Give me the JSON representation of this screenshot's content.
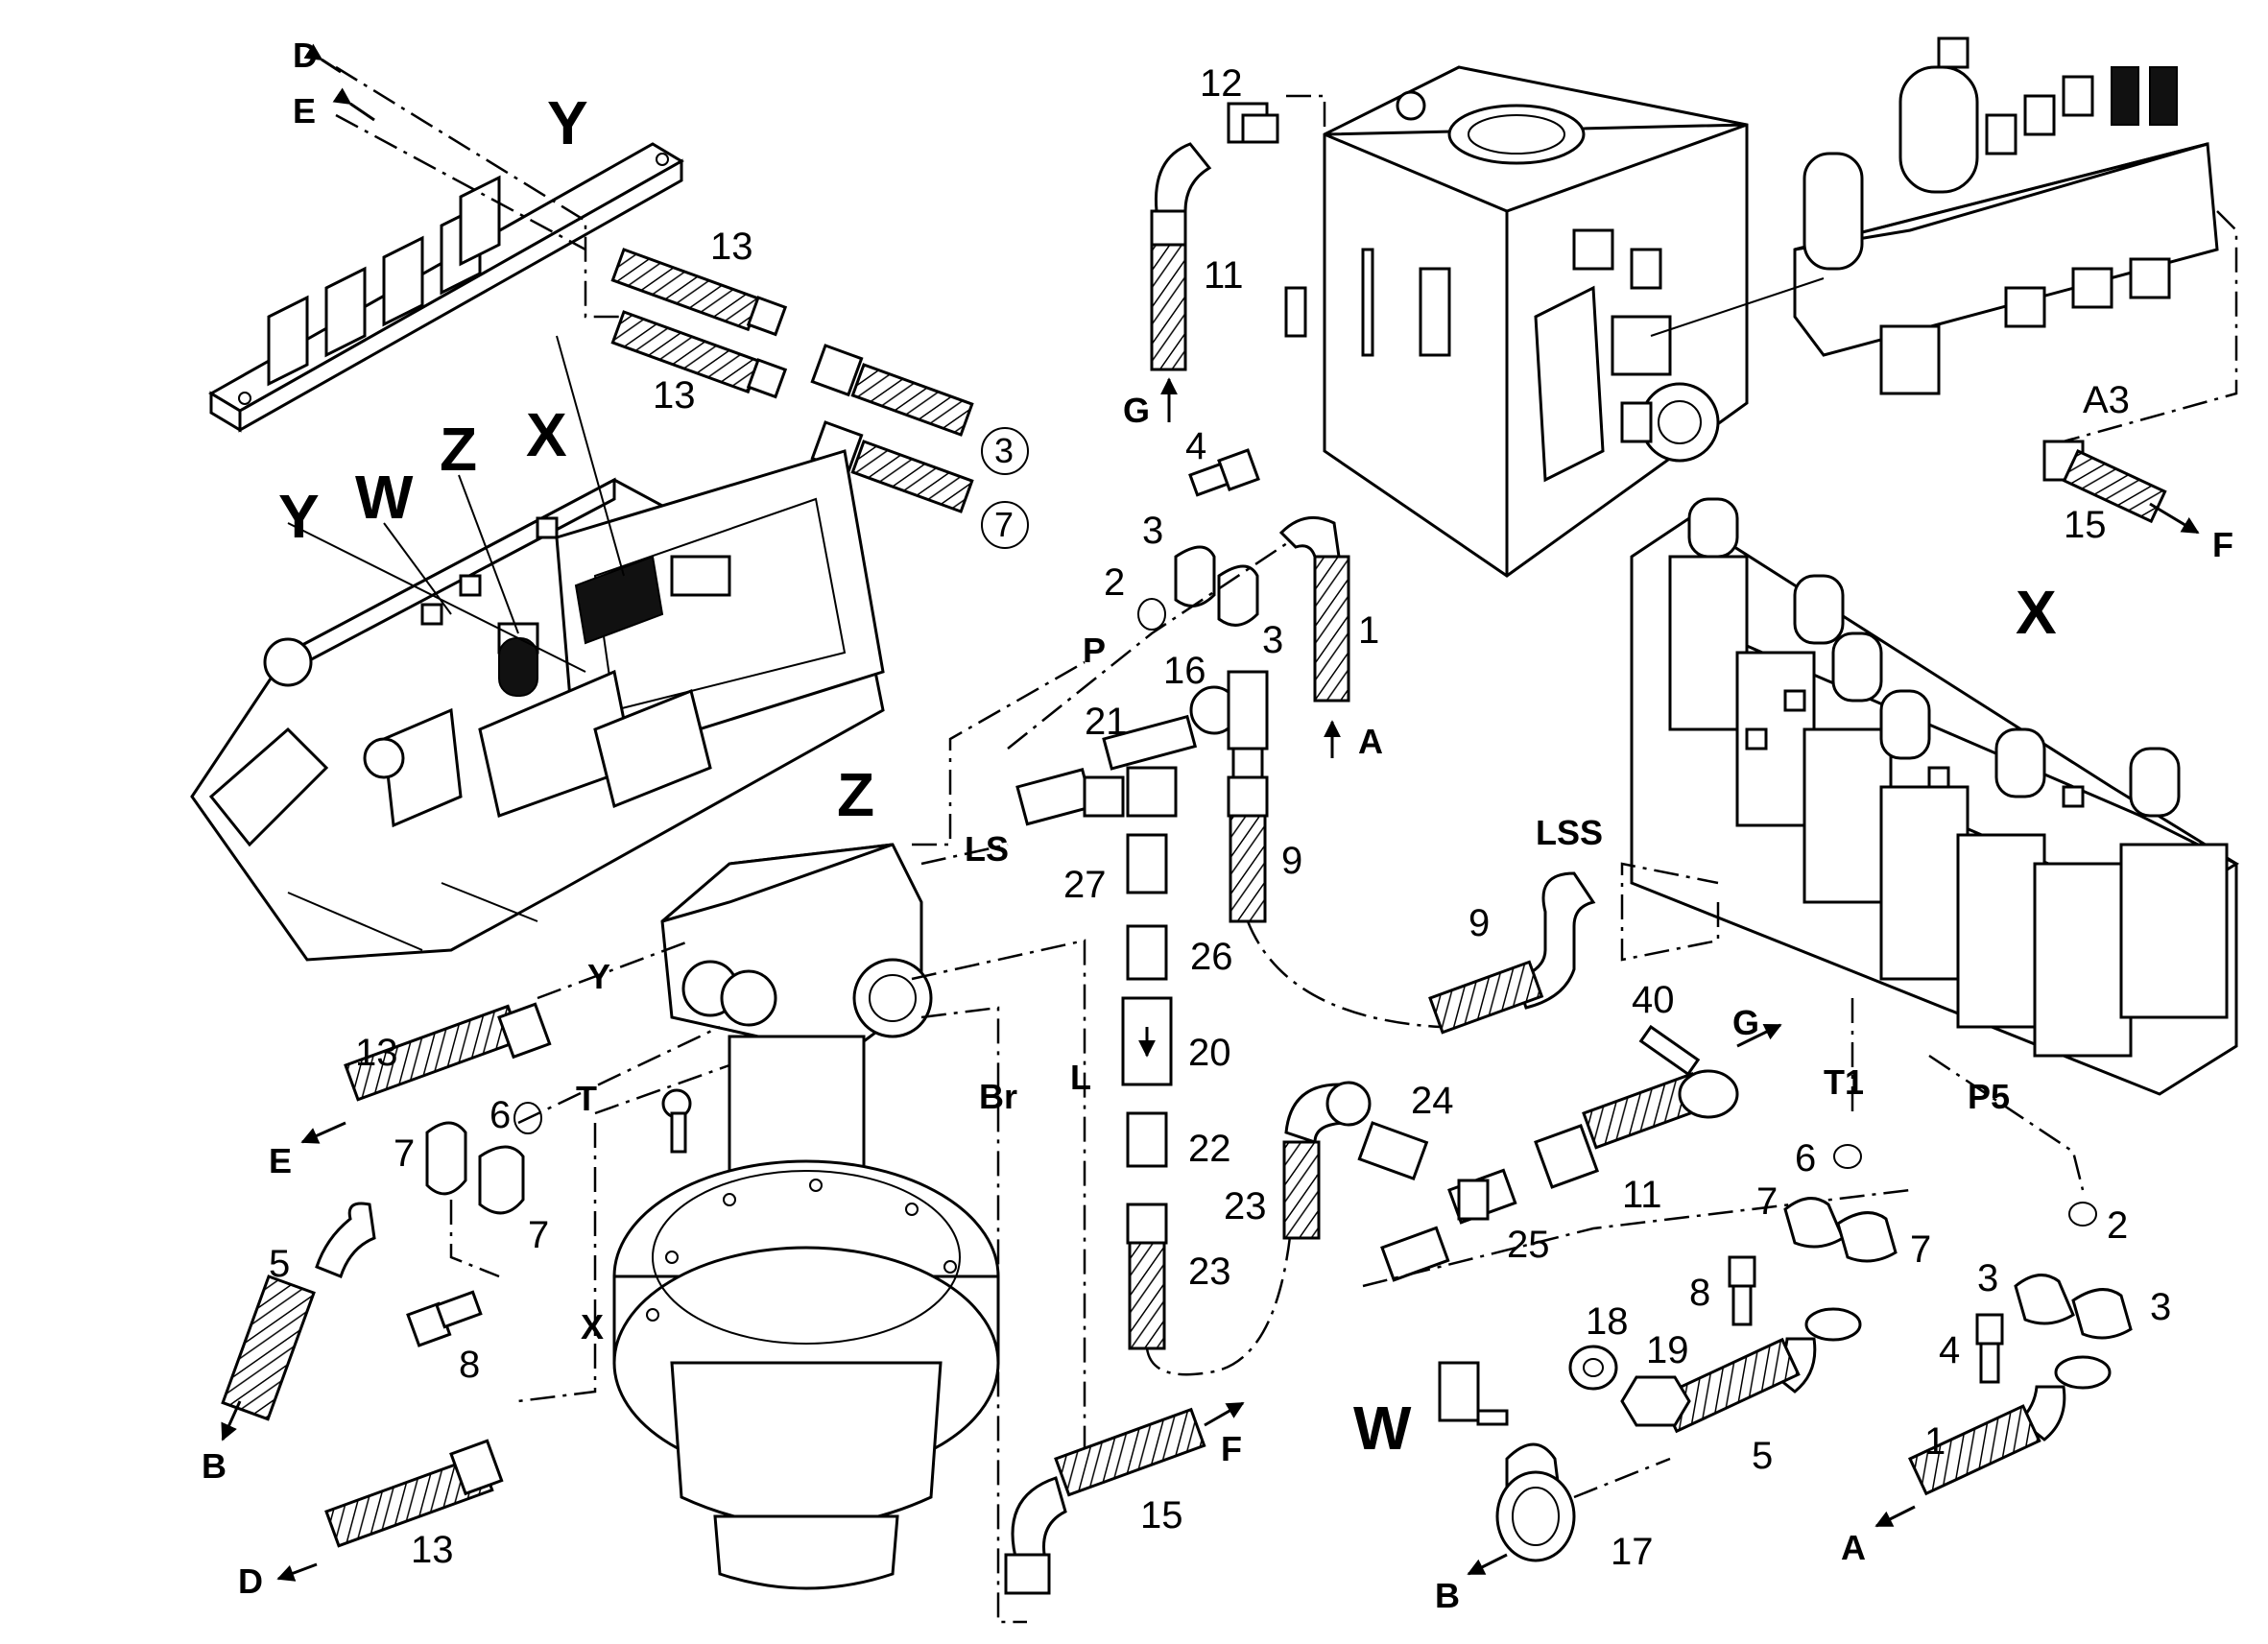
{
  "figure": {
    "assemblies": {
      "Y": "Y",
      "Z": "Z",
      "X": "X",
      "W": "W",
      "A3": "A3"
    },
    "ports": {
      "P": "P",
      "LS": "LS",
      "LSS": "LSS",
      "T": "T",
      "T1": "T1",
      "P5": "P5",
      "L": "L",
      "Br": "Br",
      "Y": "Y",
      "X": "X"
    },
    "connections": {
      "A": "A",
      "B": "B",
      "D": "D",
      "E": "E",
      "F": "F",
      "G": "G"
    },
    "circled_refs": [
      "3",
      "7"
    ],
    "part_numbers": {
      "p1": "1",
      "p2": "2",
      "p3": "3",
      "p4": "4",
      "p5": "5",
      "p6": "6",
      "p7": "7",
      "p8": "8",
      "p9": "9",
      "p11": "11",
      "p12": "12",
      "p13": "13",
      "p15": "15",
      "p16": "16",
      "p17": "17",
      "p18": "18",
      "p19": "19",
      "p20": "20",
      "p21": "21",
      "p22": "22",
      "p23": "23",
      "p24": "24",
      "p25": "25",
      "p26": "26",
      "p27": "27",
      "p40": "40"
    },
    "colors": {
      "ink": "#000000",
      "paper": "#ffffff"
    }
  }
}
